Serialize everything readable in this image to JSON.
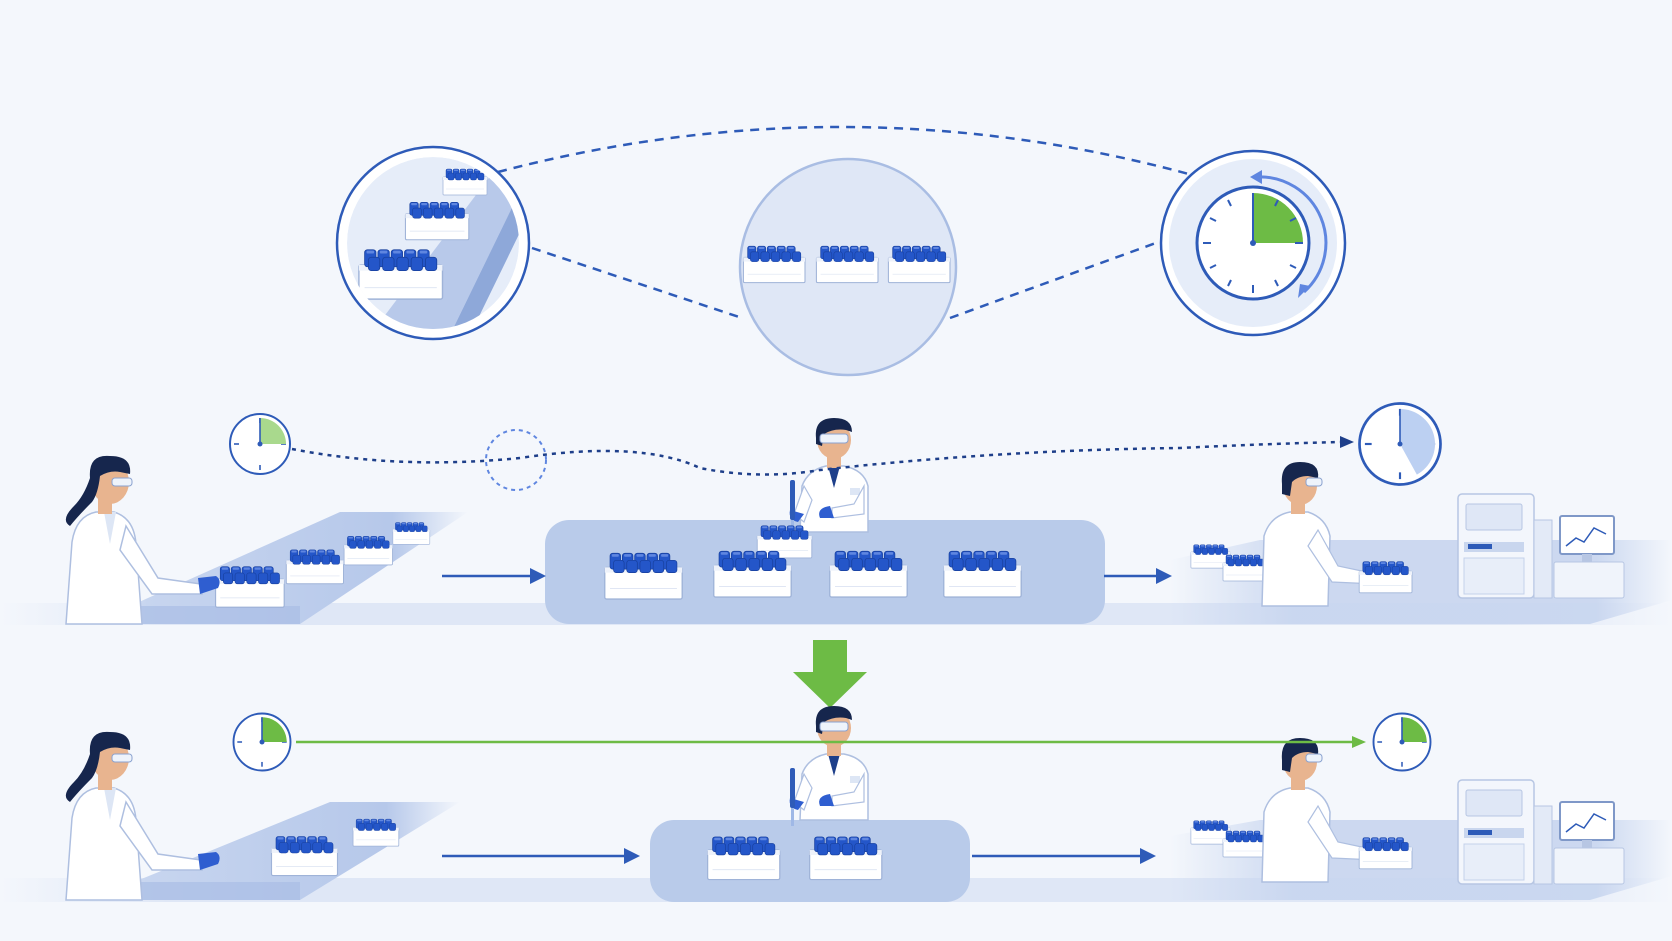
{
  "colors": {
    "background": "#f4f7fc",
    "accent_blue": "#2e5bb8",
    "dark_blue": "#1e3f8a",
    "light_blue": "#b9cbea",
    "pale_blue": "#dde6f5",
    "green": "#6dbb45",
    "skin": "#e8b48f",
    "hair": "#16264d",
    "glove": "#2f5ed0",
    "coat": "#ffffff"
  },
  "top_panel": {
    "circles": [
      {
        "name": "tray-line-circle",
        "depicts": "racks-on-conveyor"
      },
      {
        "name": "grouped-racks-circle",
        "depicts": "three-sample-racks"
      },
      {
        "name": "timer-circle",
        "depicts": "clock-quarter-elapsed",
        "fill_fraction": 0.25
      }
    ],
    "connectors": "dashed-arcs"
  },
  "process_rows": [
    {
      "name": "current-process",
      "start_clock_fraction": 0.25,
      "end_clock_fraction": 0.42,
      "timeline_style": "dotted-wavy",
      "middle_racks": 5
    },
    {
      "name": "optimized-process",
      "start_clock_fraction": 0.25,
      "end_clock_fraction": 0.25,
      "timeline_style": "solid-green",
      "middle_racks": 2
    }
  ],
  "transition_arrow": {
    "color": "green",
    "direction": "down"
  },
  "icons": [
    "clock-icon",
    "arrow-right-icon",
    "arrow-down-icon",
    "analyzer-icon",
    "monitor-icon",
    "pipette-icon",
    "sample-rack-icon",
    "scientist-figure"
  ]
}
